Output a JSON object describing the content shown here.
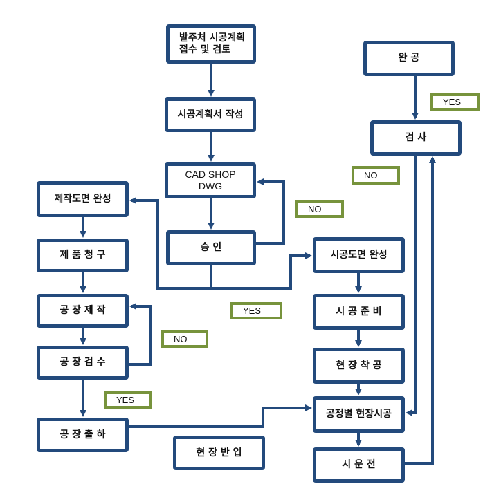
{
  "colors": {
    "box_border": "#234a7c",
    "label_border": "#77933c",
    "arrow": "#234a7c"
  },
  "nodes": {
    "review": "발주처 시공계획\n접수 및 검토",
    "plan": "시공계획서 작성",
    "cad": "CAD SHOP\nDWG",
    "approve": "승  인",
    "fab_drawing": "제작도면 완성",
    "order": "제 품 청 구",
    "fab": "공 장 제 작",
    "fab_inspect": "공 장 검 수",
    "ship": "공 장 출 하",
    "delivery": "현 장 반 입",
    "const_drawing": "시공도면 완성",
    "prep": "시 공 준 비",
    "start": "현 장 착 공",
    "site_work": "공정별 현장시공",
    "test_run": "시  운  전",
    "complete": "완  공",
    "inspect": "검  사"
  },
  "labels": {
    "yes_complete": "YES",
    "no_inspect": "NO",
    "no_approve": "NO",
    "yes_approve": "YES",
    "no_fab": "NO",
    "yes_fab": "YES"
  }
}
